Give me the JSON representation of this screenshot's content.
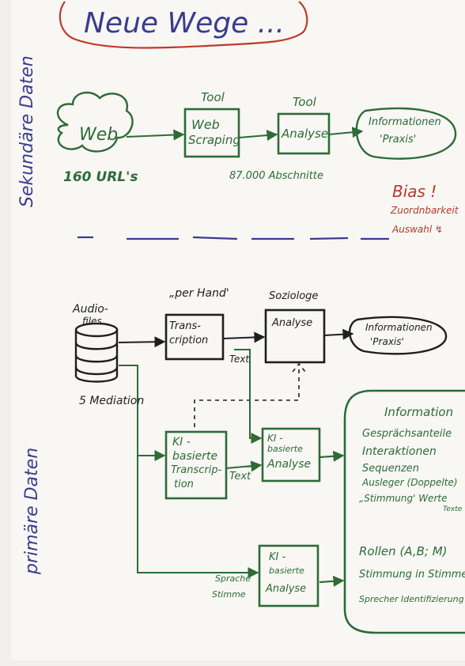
{
  "title": "Neue Wege ...",
  "side_labels": {
    "secondary": "Sekundäre Daten",
    "primary": "primäre Daten"
  },
  "secondary": {
    "web": "Web",
    "urls": "160 URL's",
    "tool1_label": "Tool",
    "webscraping": [
      "Web",
      "Scraping"
    ],
    "tool2_label": "Tool",
    "analyse": "Analyse",
    "info": [
      "Informationen",
      "'Praxis'"
    ],
    "count": "87.000 Abschnitte",
    "bias": [
      "Bias !",
      "Zuordnbarkeit",
      "Auswahl ↯"
    ]
  },
  "primary": {
    "audio": [
      "Audio-",
      "files"
    ],
    "mediation": "5 Mediation",
    "per_hand": "„per Hand'",
    "transcription": [
      "Trans-",
      "cription"
    ],
    "soziologe": "Soziologe",
    "analyse": "Analyse",
    "info": [
      "Informationen",
      "'Praxis'"
    ],
    "text1": "Text",
    "ki_trans": [
      "KI -",
      "basierte",
      "Transcrip-",
      "tion"
    ],
    "text2": "Text",
    "ki_analyse1": [
      "KI -",
      "basierte",
      "Analyse"
    ],
    "info_box": [
      "Information",
      "Gesprächsanteile",
      "Interaktionen",
      "Sequenzen",
      "Ausleger (Doppelte)",
      "„Stimmung' Werte",
      "Texte"
    ],
    "sprache": [
      "Sprache",
      "Stimme"
    ],
    "ki_analyse2": [
      "KI -",
      "basierte",
      "Analyse"
    ],
    "roles": [
      "Rollen (A,B; M)",
      "Stimmung in Stimme",
      "Sprecher Identifizierung"
    ]
  },
  "colors": {
    "green": "#2e6b37",
    "black": "#1f1f1f",
    "blue": "#3a3c8f",
    "red": "#b43a2c"
  }
}
